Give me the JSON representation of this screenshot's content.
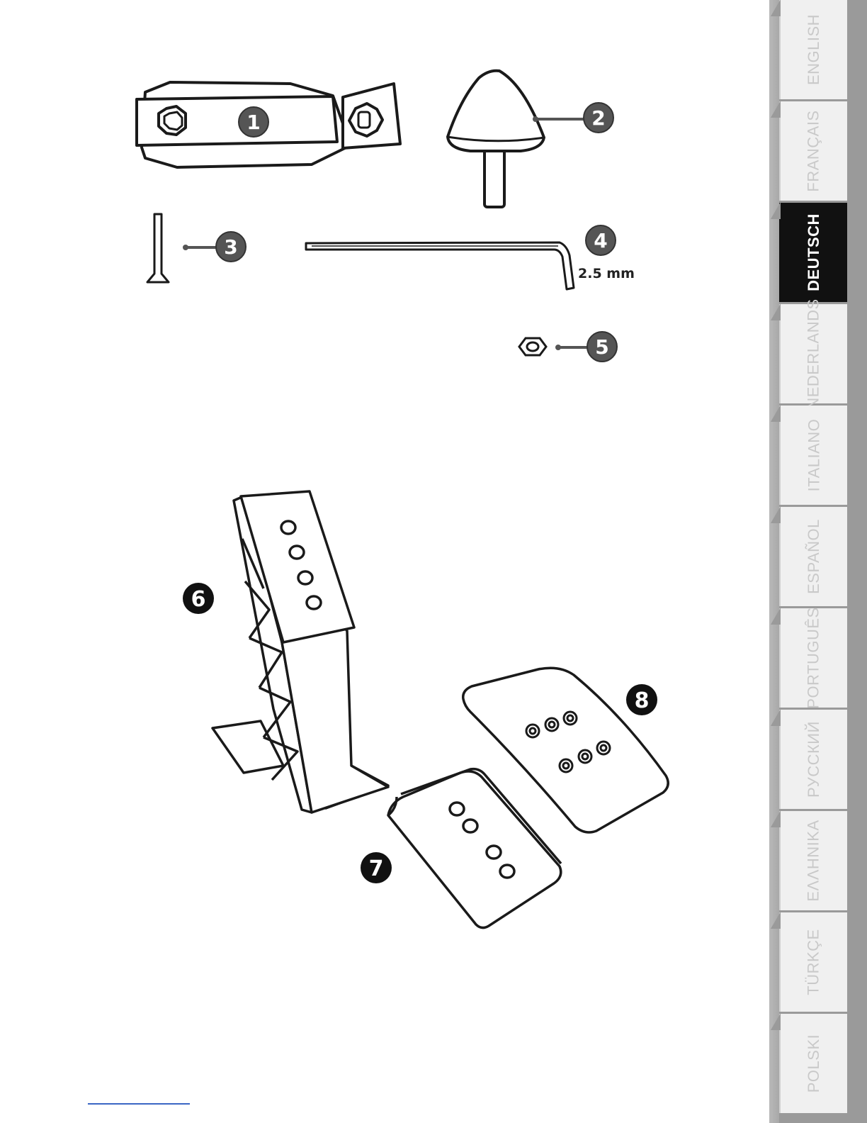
{
  "figure_top": {
    "callouts": [
      "1",
      "2",
      "3",
      "4",
      "5"
    ],
    "wrench_size_label": "2.5 mm"
  },
  "figure_bottom": {
    "callouts": [
      "6",
      "7",
      "8"
    ]
  },
  "language_tabs": [
    {
      "label": "ENGLISH",
      "active": false
    },
    {
      "label": "FRANÇAIS",
      "active": false
    },
    {
      "label": "DEUTSCH",
      "active": true
    },
    {
      "label": "NEDERLANDS",
      "active": false
    },
    {
      "label": "ITALIANO",
      "active": false
    },
    {
      "label": "ESPAÑOL",
      "active": false
    },
    {
      "label": "PORTUGUÊS",
      "active": false
    },
    {
      "label": "РУССКИЙ",
      "active": false
    },
    {
      "label": "ΕΛΛΗΝΙΚΑ",
      "active": false
    },
    {
      "label": "TÜRKÇE",
      "active": false
    },
    {
      "label": "POLSKI",
      "active": false
    }
  ],
  "colors": {
    "line_art": "#1a1a1a",
    "callout_grey": "#555555",
    "callout_black": "#111111",
    "tab_inactive": "#f0f0f0",
    "tab_active": "#111111",
    "rail": "#9a9a9a"
  }
}
